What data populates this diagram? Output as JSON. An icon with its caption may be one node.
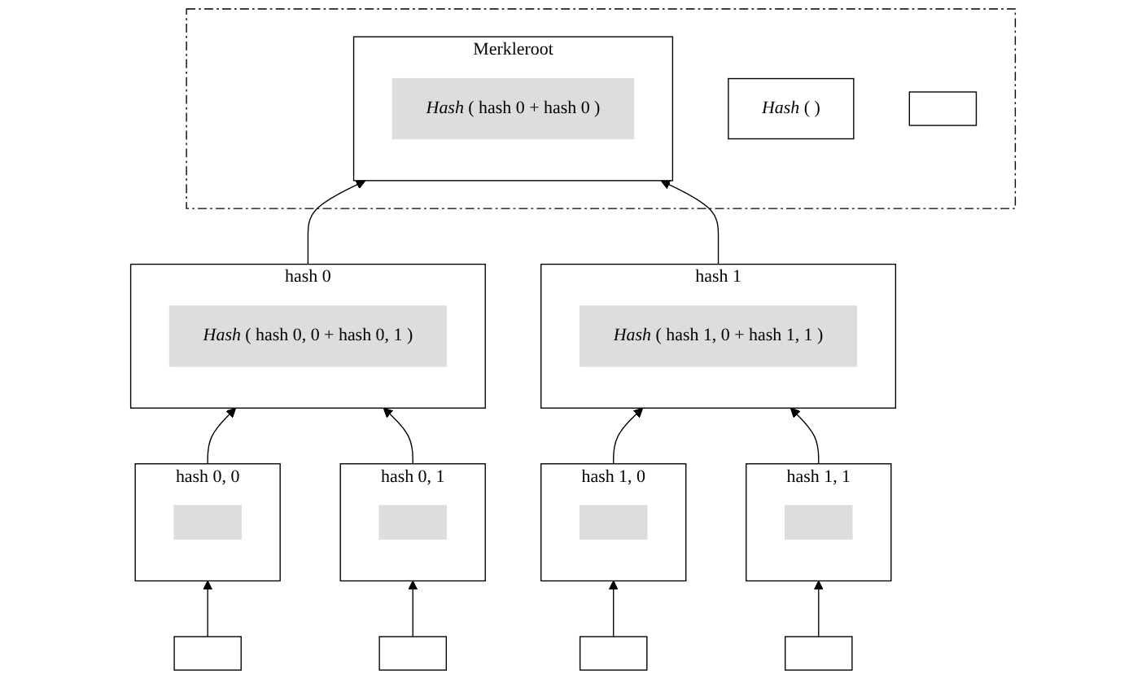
{
  "diagram": {
    "nodes": [
      {
        "text": [],
        "shape": "box"
      },
      {
        "text": [
          "Merkleroot"
        ],
        "in": 0
      },
      {
        "text": [
          "Hash",
          "( hash 0 + hash 0 )"
        ],
        "in": 1
      },
      {
        "text": [
          "Hash",
          "( )"
        ],
        "in": 0
      },
      {
        "text": [],
        "shape": "box",
        "in": 0
      },
      {
        "text": [
          "hash 0"
        ]
      },
      {
        "text": [
          "Hash",
          "( hash 0, 0 + hash 0, 1 )"
        ],
        "in": 5
      },
      {
        "text": [
          "hash 1"
        ]
      },
      {
        "text": [
          "Hash",
          "( hash 1, 0 + hash 1, 1 )"
        ],
        "in": 7
      },
      {
        "text": [
          "hash 0, 0"
        ]
      },
      {
        "text": [],
        "shape": "box",
        "in": 9
      },
      {
        "text": [
          "hash 0, 1"
        ]
      },
      {
        "text": [],
        "shape": "box",
        "in": 11
      },
      {
        "text": [
          "hash 1, 0"
        ]
      },
      {
        "text": [],
        "shape": "box",
        "in": 13
      },
      {
        "text": [
          "hash 1, 1"
        ]
      },
      {
        "text": [],
        "shape": "box",
        "in": 15
      },
      {
        "text": [],
        "shape": "box"
      },
      {
        "text": [],
        "shape": "box"
      },
      {
        "text": [],
        "shape": "box"
      },
      {
        "text": [],
        "shape": "box"
      }
    ],
    "edges": [
      {
        "from": 5,
        "to": 1,
        "arrow": "to"
      },
      {
        "from": 7,
        "to": 1,
        "arrow": "to"
      },
      {
        "from": 9,
        "to": 5,
        "arrow": "to"
      },
      {
        "from": 11,
        "to": 5,
        "arrow": "to"
      },
      {
        "from": 13,
        "to": 7,
        "arrow": "to"
      },
      {
        "from": 15,
        "to": 7,
        "arrow": "to"
      },
      {
        "from": 17,
        "to": 9,
        "arrow": "to"
      },
      {
        "from": 18,
        "to": 11,
        "arrow": "to"
      },
      {
        "from": 19,
        "to": 13,
        "arrow": "to"
      },
      {
        "from": 20,
        "to": 15,
        "arrow": "to"
      }
    ]
  }
}
